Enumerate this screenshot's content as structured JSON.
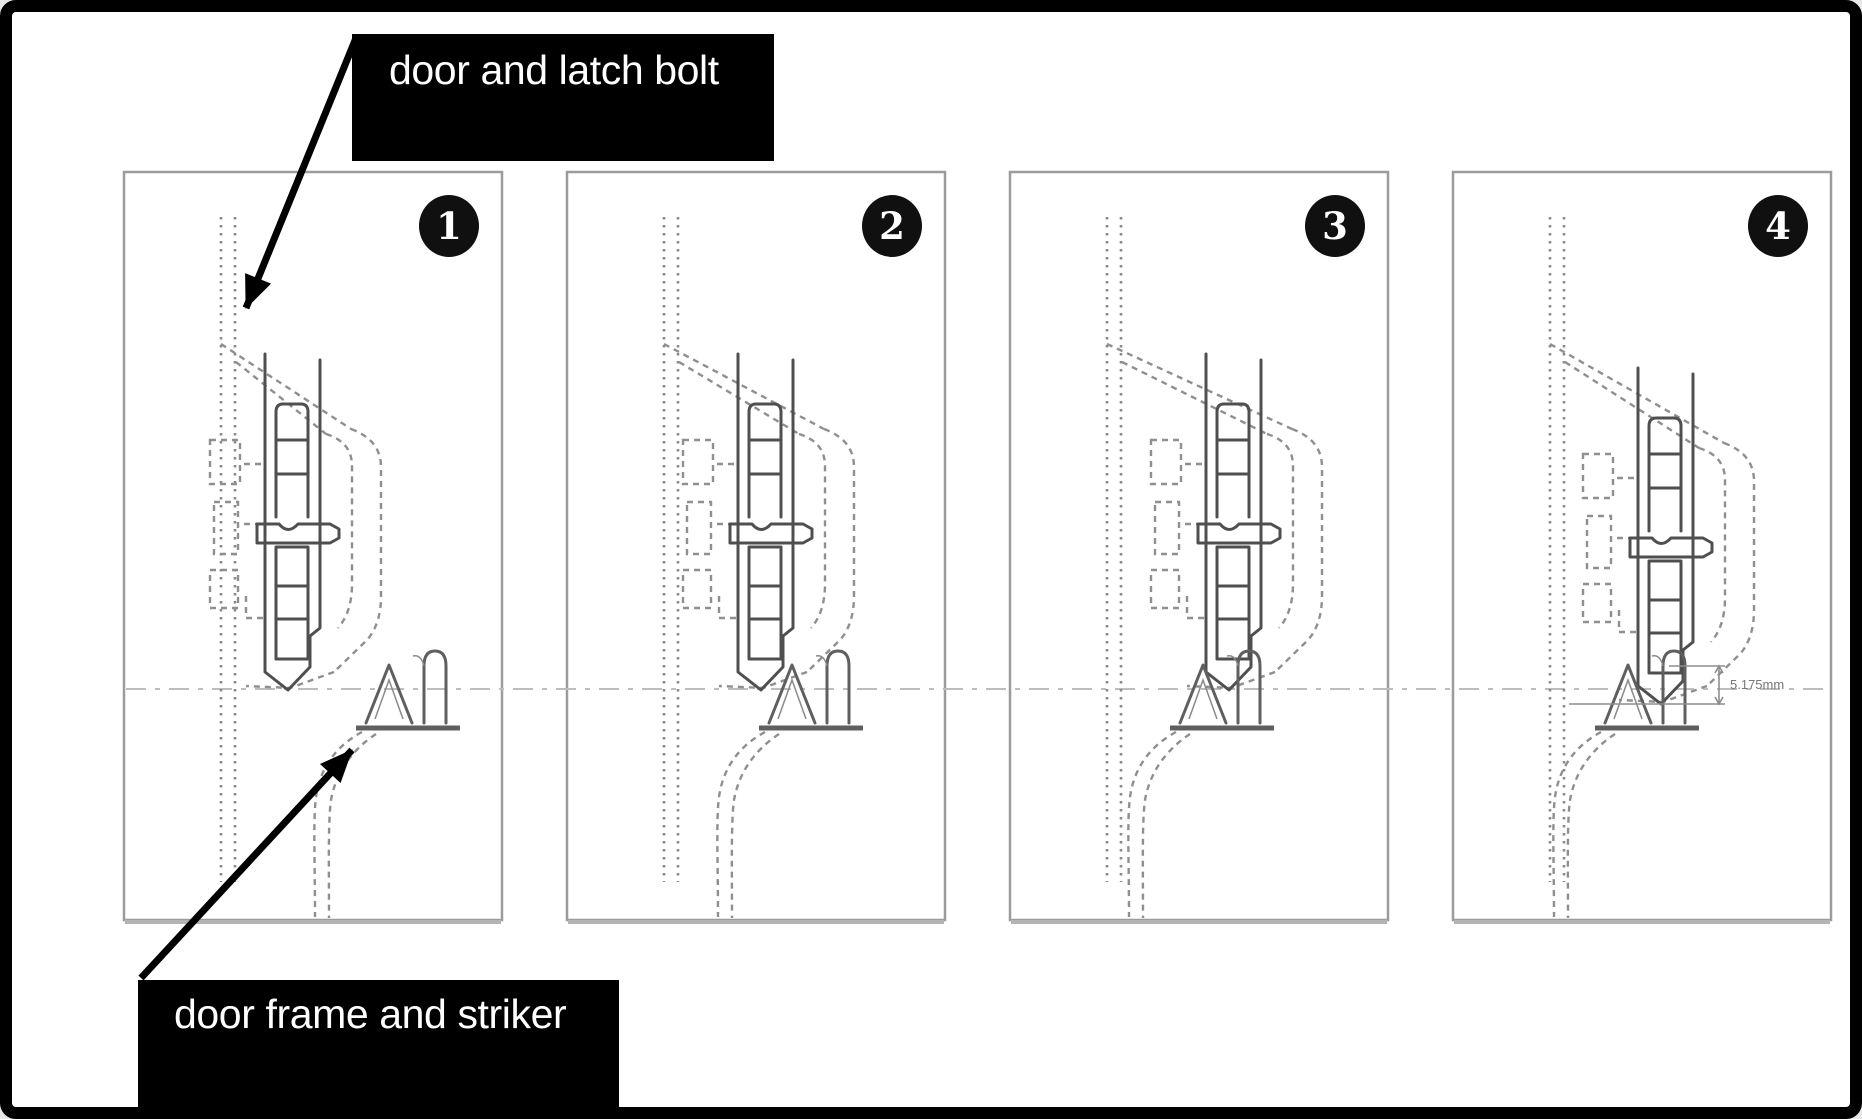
{
  "labels": {
    "door_and_latch_bolt": "door and latch bolt",
    "door_frame_and_striker": "door frame and striker"
  },
  "panels": [
    {
      "number": "1"
    },
    {
      "number": "2"
    },
    {
      "number": "3"
    },
    {
      "number": "4",
      "dimension": "5.175mm"
    }
  ],
  "colors": {
    "figure_bg": "#ffffff",
    "figure_border": "#000000",
    "label_bg": "#000000",
    "label_fg": "#ffffff",
    "panel_border": "#9c9c9c",
    "line_solid": "#4f4f4f",
    "line_striker": "#5f5f5f",
    "line_dash": "#8f8f8f",
    "line_dots": "#8a8a8a",
    "centerline": "#bdbdbd",
    "badge_bg": "#101010",
    "badge_fg": "#ffffff",
    "dimension_text": "#777777",
    "arrow": "#000000"
  }
}
